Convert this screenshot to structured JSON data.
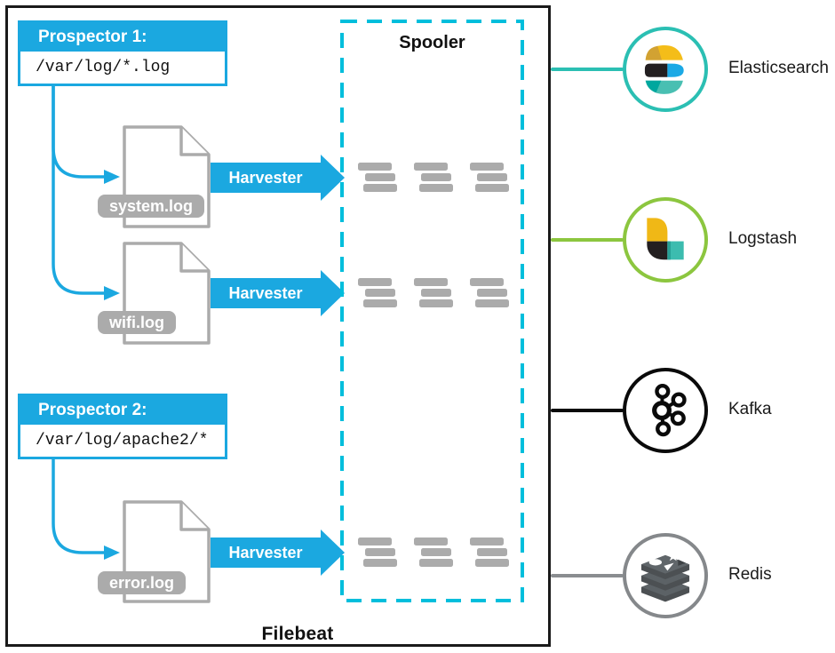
{
  "diagram": {
    "container_label": "Filebeat",
    "spooler": {
      "label": "Spooler"
    },
    "harvester_label": "Harvester",
    "prospectors": [
      {
        "title": "Prospector 1:",
        "path": "/var/log/*.log"
      },
      {
        "title": "Prospector 2:",
        "path": "/var/log/apache2/*"
      }
    ],
    "log_files": [
      {
        "name": "system.log"
      },
      {
        "name": "wifi.log"
      },
      {
        "name": "error.log"
      }
    ],
    "outputs": [
      {
        "name": "Elasticsearch",
        "color": "#2BBFB3"
      },
      {
        "name": "Logstash",
        "color": "#8CC63F"
      },
      {
        "name": "Kafka",
        "color": "#000000"
      },
      {
        "name": "Redis",
        "color": "#8A8D90"
      }
    ],
    "colors": {
      "accent_blue": "#1BA8E0",
      "spooler_cyan": "#00BEDC",
      "file_gray": "#ABABAB"
    }
  }
}
